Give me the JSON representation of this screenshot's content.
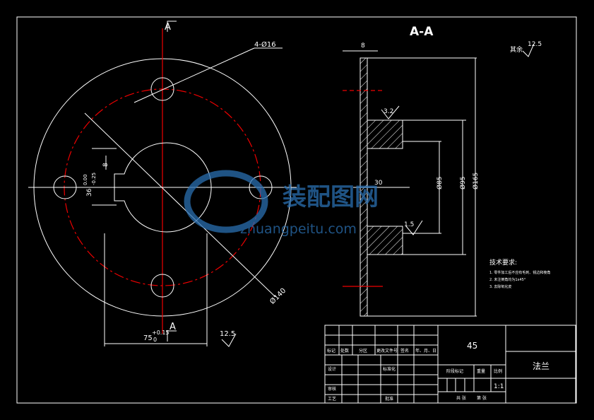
{
  "drawing": {
    "section_label": "A-A",
    "cut_marker": "A",
    "dims": {
      "holes": "4-Ø16",
      "bolt_circle": "Ø140",
      "keyway_width": "8",
      "key_depth": "36",
      "key_tol_upper": "0.00",
      "key_tol_lower": "-0.25",
      "bore": "75",
      "bore_tol_upper": "+0.15",
      "bore_tol_lower": "0",
      "thickness": "8",
      "hub_length": "30",
      "d1": "Ø85",
      "d2": "Ø95",
      "d3": "Ø165",
      "rough1": "3.2",
      "rough2": "1.5",
      "rough3": "12.5",
      "rest_rough": "其余",
      "rest_rough_value": "12.5"
    },
    "watermark": {
      "cn": "装配图网",
      "en": "zhuangpeitu.com"
    },
    "tech_req": {
      "title": "技术要求:",
      "items": [
        "1. 零件加工后不应有毛刺、锐边和棱角",
        "2. 未注倒角均为1x45°",
        "3. 去除氧化皮"
      ]
    }
  },
  "title_block": {
    "material": "45",
    "part_name": "法兰",
    "headers": [
      "标记",
      "处数",
      "分区",
      "更改文件号",
      "签名",
      "年、月、日"
    ],
    "design": "设计",
    "standard": "标准化",
    "review": "审核",
    "process": "工艺",
    "approve": "批准",
    "stage": "阶段标记",
    "weight": "重量",
    "scale_label": "比例",
    "scale": "1:1",
    "sheets_total": "共 张",
    "sheet_no": "第 张"
  }
}
